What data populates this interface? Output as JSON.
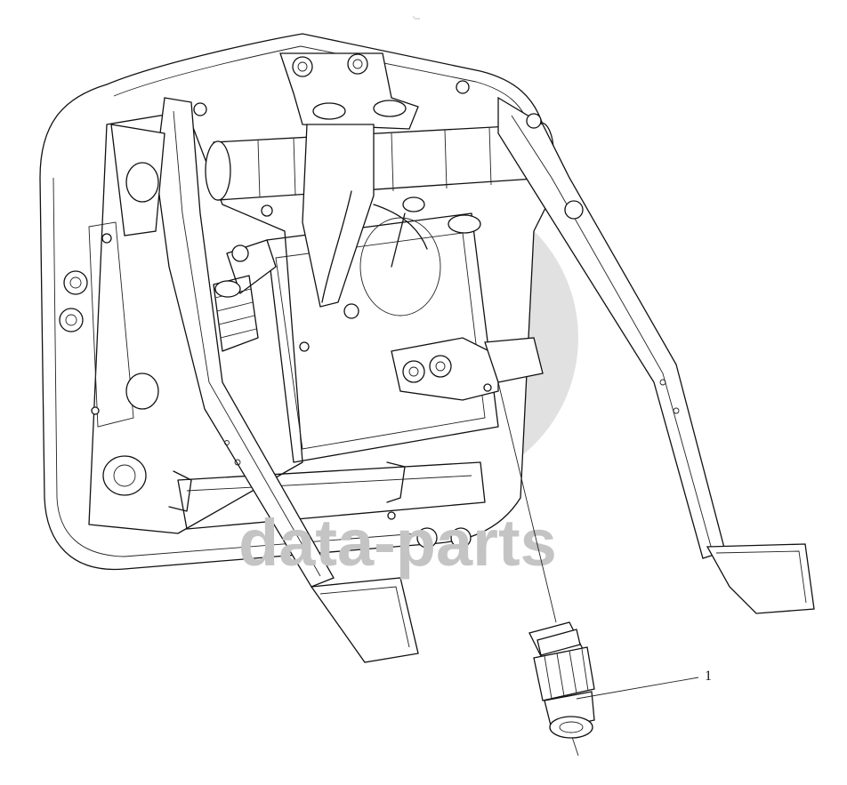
{
  "header_mark": "⁰ₘₘ",
  "watermark": "data-parts",
  "callouts": [
    {
      "label": "1"
    }
  ]
}
